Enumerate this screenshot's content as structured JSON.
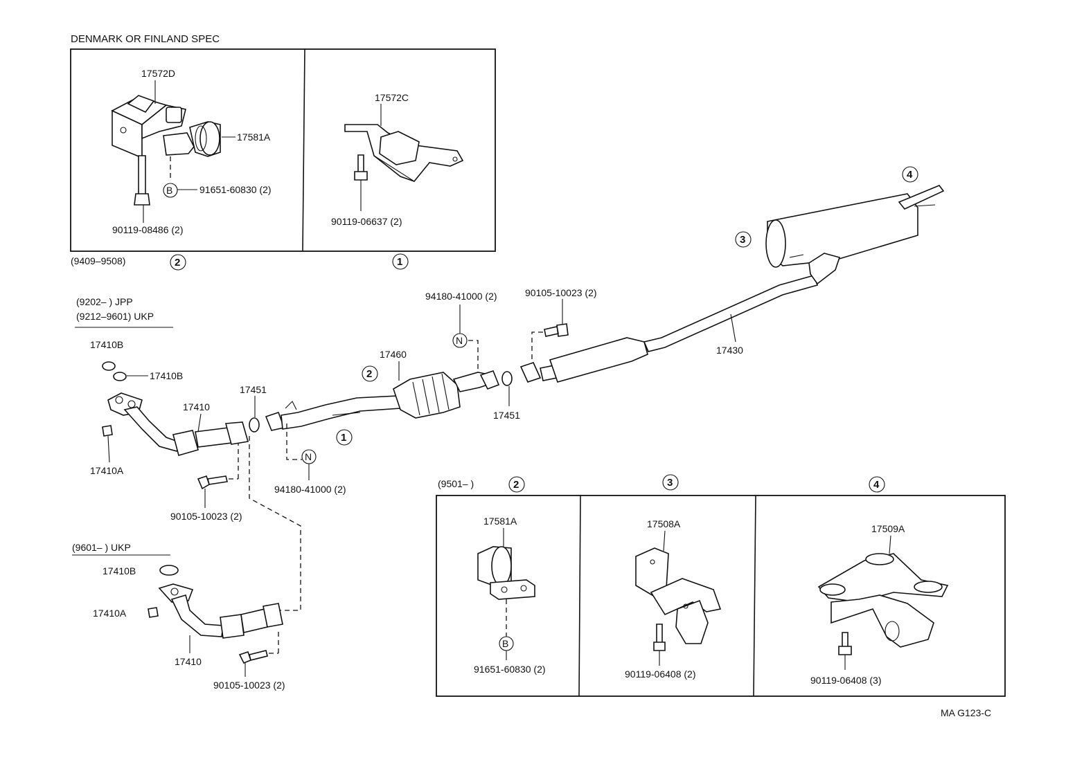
{
  "diagram_id": "MA G123-C",
  "inset_top": {
    "title": "DENMARK OR FINLAND SPEC",
    "period": "(9409–9508)",
    "left_marker": "2",
    "right_marker": "1",
    "left_parts": {
      "bracket": "17572D",
      "support": "17581A",
      "bolt": "90119-08486 (2)",
      "b_marker": "B",
      "b_part": "91651-60830 (2)"
    },
    "right_parts": {
      "bracket": "17572C",
      "bolt": "90119-06637 (2)"
    }
  },
  "front_pipe_a": {
    "line1": "(9202–        ) JPP",
    "line2": "(9212–9601) UKP",
    "gasket_top": "17410B",
    "gasket_top2": "17410B",
    "pipe": "17410",
    "nut": "17410A",
    "gasket": "17451",
    "bolt": "90105-10023 (2)"
  },
  "front_pipe_b": {
    "line": "(9601–        ) UKP",
    "gasket": "17410B",
    "nut": "17410A",
    "pipe": "17410",
    "bolt": "90105-10023 (2)"
  },
  "main": {
    "converter": "17460",
    "n_marker": "N",
    "nut_lower": "94180-41000 (2)",
    "nut_upper": "94180-41000 (2)",
    "gasket": "17451",
    "bolt": "90105-10023 (2)",
    "tail_pipe": "17430",
    "marker_1": "1",
    "marker_2": "2",
    "marker_3": "3",
    "marker_4": "4"
  },
  "inset_bottom": {
    "period": "(9501–        )",
    "marker_2": "2",
    "marker_3": "3",
    "marker_4": "4",
    "cell1": {
      "part": "17581A",
      "b_marker": "B",
      "bolt": "91651-60830 (2)"
    },
    "cell2": {
      "part": "17508A",
      "bolt": "90119-06408 (2)"
    },
    "cell3": {
      "part": "17509A",
      "bolt": "90119-06408 (3)"
    }
  }
}
